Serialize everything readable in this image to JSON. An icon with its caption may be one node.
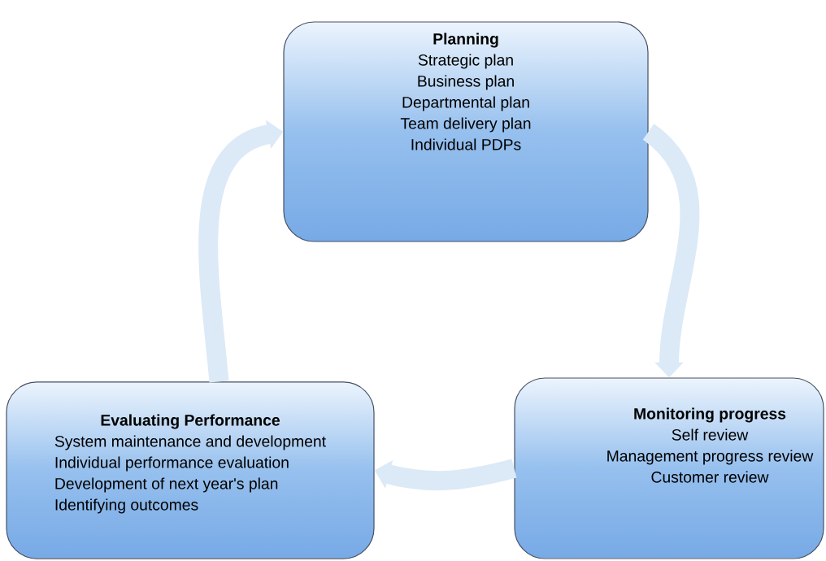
{
  "diagram": {
    "nodes": [
      {
        "text": [
          "Planning",
          "Strategic plan",
          "Business plan",
          "Departmental plan",
          "Team delivery plan",
          "Individual PDPs"
        ]
      },
      {
        "text": [
          "Monitoring progress",
          "Self review",
          "Management progress review",
          "Customer review"
        ]
      },
      {
        "text": [
          "Evaluating Performance",
          "System maintenance and development",
          "Individual performance evaluation",
          "Development of next year's plan",
          "Identifying outcomes"
        ]
      }
    ],
    "edges": [
      {
        "from": 0,
        "to": 1,
        "arrow": "to"
      },
      {
        "from": 1,
        "to": 2,
        "arrow": "to"
      },
      {
        "from": 2,
        "to": 0,
        "arrow": "to"
      }
    ]
  }
}
